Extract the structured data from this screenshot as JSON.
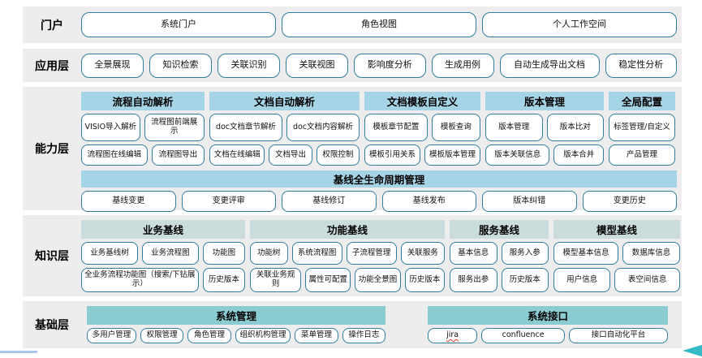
{
  "portal": {
    "label": "门户",
    "items": [
      "系统门户",
      "角色视图",
      "个人工作空间"
    ]
  },
  "application": {
    "label": "应用层",
    "items": [
      "全景展现",
      "知识检索",
      "关联识别",
      "关联视图",
      "影响度分析",
      "生成用例",
      "自动生成导出文档",
      "稳定性分析"
    ]
  },
  "capability": {
    "label": "能力层",
    "groups": [
      {
        "title": "流程自动解析",
        "rows": [
          [
            "VISIO导入解析",
            "流程图前端展示"
          ],
          [
            "流程图在线编辑",
            "流程图导出"
          ]
        ]
      },
      {
        "title": "文档自动解析",
        "rows": [
          [
            "doc文档章节解析",
            "doc文档内容解析"
          ],
          [
            "文档在线编辑",
            "文档导出",
            "权限控制"
          ]
        ]
      },
      {
        "title": "文档模板自定义",
        "rows": [
          [
            "模板章节配置",
            "模板查询"
          ],
          [
            "模板引用关系",
            "模板版本管理"
          ]
        ]
      },
      {
        "title": "版本管理",
        "rows": [
          [
            "版本管理",
            "版本比对"
          ],
          [
            "版本关联信息",
            "版本合并"
          ]
        ]
      },
      {
        "title": "全局配置",
        "rows": [
          [
            "标签管理/自定义"
          ],
          [
            "产品管理"
          ]
        ]
      }
    ],
    "baseline": {
      "title": "基线全生命周期管理",
      "items": [
        "基线变更",
        "变更评审",
        "基线修订",
        "基线发布",
        "版本纠错",
        "变更历史"
      ]
    }
  },
  "knowledge": {
    "label": "知识层",
    "groups": [
      {
        "title": "业务基线",
        "rows": [
          [
            "业务基线树",
            "业务流程图",
            "功能图"
          ],
          [
            "全业务流程功能图（搜索/下钻展示）",
            "历史版本"
          ]
        ]
      },
      {
        "title": "功能基线",
        "rows": [
          [
            "功能树",
            "系统流程图",
            "子流程管理",
            "关联服务"
          ],
          [
            "关联业务规则",
            "属性可配置",
            "功能全景图",
            "历史版本"
          ]
        ]
      },
      {
        "title": "服务基线",
        "rows": [
          [
            "基本信息",
            "服务入参"
          ],
          [
            "服务出参",
            "历史版本"
          ]
        ]
      },
      {
        "title": "模型基线",
        "rows": [
          [
            "模型基本信息",
            "数据库信息"
          ],
          [
            "用户信息",
            "表空间信息"
          ]
        ]
      }
    ]
  },
  "foundation": {
    "label": "基础层",
    "spellcheck_word": "jira",
    "groups": [
      {
        "title": "系统管理",
        "items": [
          "多用户管理",
          "权限管理",
          "角色管理",
          "组织机构管理",
          "菜单管理",
          "操作日志"
        ]
      },
      {
        "title": "系统接口",
        "items": [
          "jira",
          "confluence",
          "接口自动化平台"
        ]
      }
    ]
  },
  "colors": {
    "box_border": "#2e7e9d",
    "capability_header": "#a6d4e7",
    "knowledge_header": "#cbdcdc",
    "foundation_header": "#8bccd2",
    "band_background": "#ededed",
    "spellcheck_red": "#e5312b"
  }
}
